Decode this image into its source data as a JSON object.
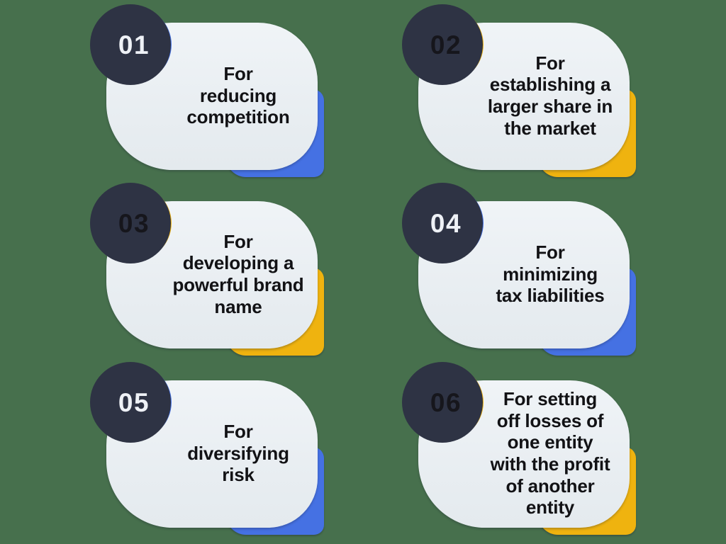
{
  "palette": {
    "bg": "#47704D",
    "blue": "#4571E3",
    "yellow": "#EFB30F",
    "bubble": "#E9EEF2",
    "ring": "#2E3344",
    "text": "#121215",
    "num_on_blue": "#EEF1F6",
    "num_on_yellow": "#16161C"
  },
  "items": [
    {
      "number": "01",
      "color": "blue",
      "text": "For\nreducing\ncompetition"
    },
    {
      "number": "02",
      "color": "yellow",
      "text": "For\nestablishing a\nlarger share in\nthe market"
    },
    {
      "number": "03",
      "color": "yellow",
      "text": "For\ndeveloping a\npowerful brand\nname"
    },
    {
      "number": "04",
      "color": "blue",
      "text": "For\nminimizing\ntax liabilities"
    },
    {
      "number": "05",
      "color": "blue",
      "text": "For\ndiversifying\nrisk"
    },
    {
      "number": "06",
      "color": "yellow",
      "text": "For setting\noff losses of\none entity\nwith the profit\nof another\nentity"
    }
  ]
}
